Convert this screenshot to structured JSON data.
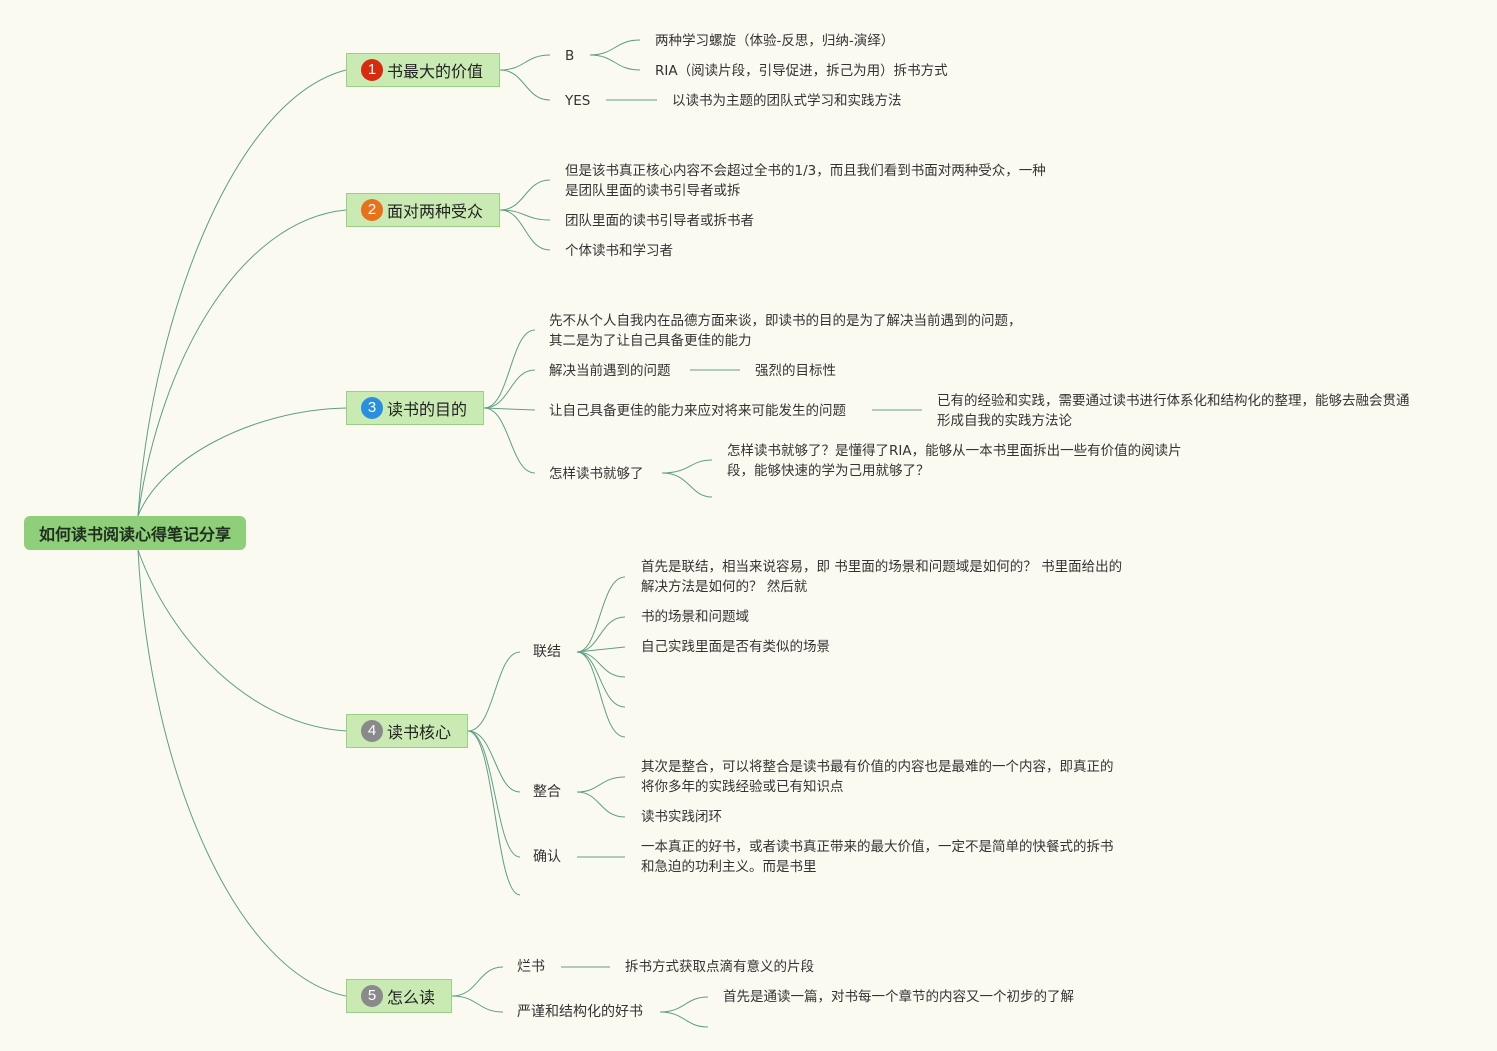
{
  "title": "如何读书阅读心得笔记分享",
  "colors": {
    "background": "#fbfaf0",
    "root_fill": "#8fcf7a",
    "branch_fill": "#c9eab3",
    "edge": "#5f9e86",
    "badge_1": "#d9290f",
    "badge_2": "#e8721c",
    "badge_3": "#2b8fe0",
    "badge_4": "#8a8a8a",
    "badge_5": "#8a8a8a"
  },
  "branches": [
    {
      "number": "1",
      "label": "书最大的价值",
      "children": [
        {
          "label": "B",
          "children": [
            "两种学习螺旋（体验-反思，归纳-演绎）",
            "RIA（阅读片段，引导促进，拆己为用）拆书方式"
          ]
        },
        {
          "label": "YES",
          "children": [
            "以读书为主题的团队式学习和实践方法"
          ]
        }
      ]
    },
    {
      "number": "2",
      "label": "面对两种受众",
      "children": [
        {
          "label_lines": [
            "但是该书真正核心内容不会超过全书的1/3，而且我们看到书面对两种受众，一种",
            "是团队里面的读书引导者或拆"
          ]
        },
        {
          "label": "团队里面的读书引导者或拆书者"
        },
        {
          "label": "个体读书和学习者"
        }
      ]
    },
    {
      "number": "3",
      "label": "读书的目的",
      "children": [
        {
          "label_lines": [
            "先不从个人自我内在品德方面来谈，即读书的目的是为了解决当前遇到的问题，",
            "其二是为了让自己具备更佳的能力"
          ]
        },
        {
          "label": "解决当前遇到的问题",
          "children": [
            "强烈的目标性"
          ]
        },
        {
          "label": "让自己具备更佳的能力来应对将来可能发生的问题",
          "children_lines": [
            "已有的经验和实践，需要通过读书进行体系化和结构化的整理，能够去融会贯通",
            "形成自我的实践方法论"
          ]
        },
        {
          "label": "怎样读书就够了",
          "children_lines": [
            "怎样读书就够了？是懂得了RIA，能够从一本书里面拆出一些有价值的阅读片",
            "段，能够快速的学为己用就够了？"
          ]
        }
      ]
    },
    {
      "number": "4",
      "label": "读书核心",
      "children": [
        {
          "label": "联结",
          "children_lines": [
            "首先是联结，相当来说容易，即 书里面的场景和问题域是如何的？ 书里面给出的",
            "解决方法是如何的？ 然后就"
          ],
          "children": [
            "书的场景和问题域",
            "自己实践里面是否有类似的场景"
          ]
        },
        {
          "label": "整合",
          "children_lines": [
            "其次是整合，可以将整合是读书最有价值的内容也是最难的一个内容，即真正的",
            "将你多年的实践经验或已有知识点"
          ],
          "children": [
            "读书实践闭环"
          ]
        },
        {
          "label": "确认",
          "children_lines": [
            "一本真正的好书，或者读书真正带来的最大价值，一定不是简单的快餐式的拆书",
            "和急迫的功利主义。而是书里"
          ]
        }
      ]
    },
    {
      "number": "5",
      "label": "怎么读",
      "children": [
        {
          "label": "烂书",
          "children": [
            "拆书方式获取点滴有意义的片段"
          ]
        },
        {
          "label": "严谨和结构化的好书",
          "children": [
            "首先是通读一篇，对书每一个章节的内容又一个初步的了解"
          ]
        }
      ]
    }
  ]
}
